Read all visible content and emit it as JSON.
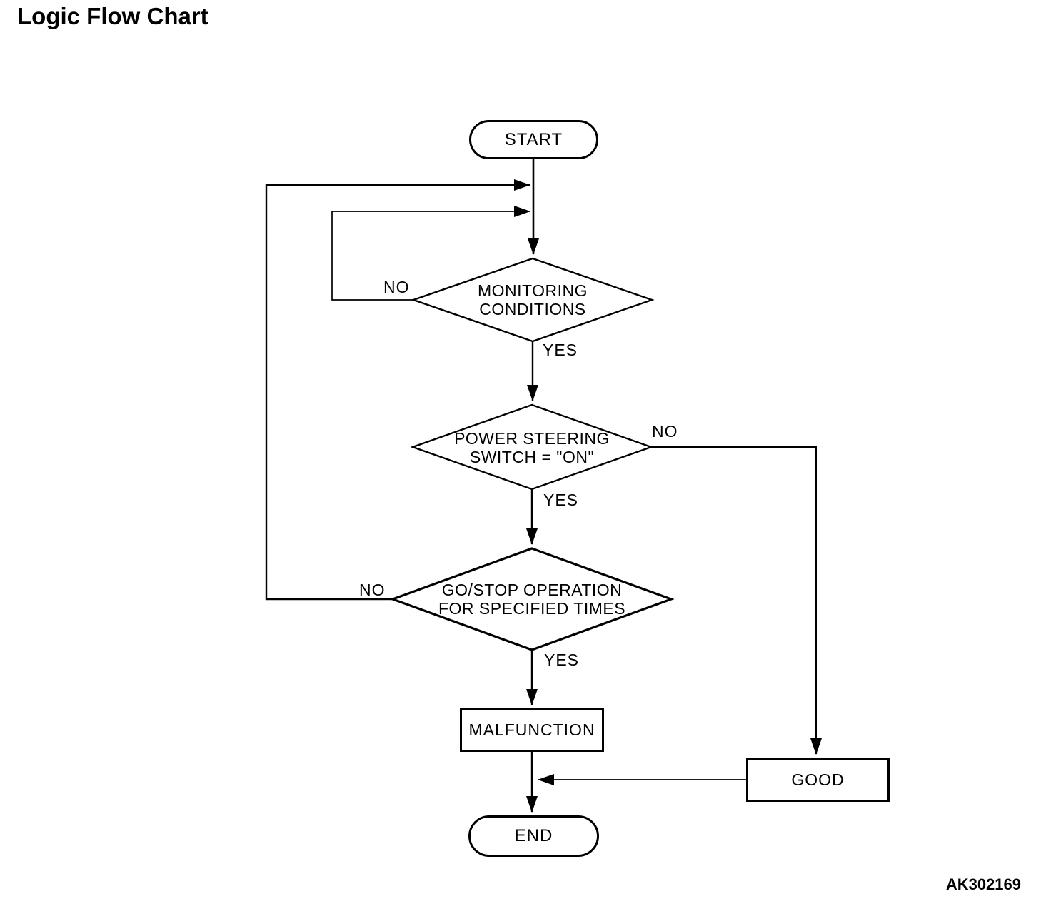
{
  "title": "Logic Flow Chart",
  "figure_code": "AK302169",
  "flowchart": {
    "nodes": {
      "start": {
        "type": "terminator",
        "label": "START"
      },
      "monitoring_conditions": {
        "type": "decision",
        "label": "MONITORING\nCONDITIONS"
      },
      "power_steering_switch": {
        "type": "decision",
        "label": "POWER STEERING\nSWITCH = \"ON\""
      },
      "go_stop_operation": {
        "type": "decision",
        "label": "GO/STOP OPERATION\nFOR SPECIFIED TIMES"
      },
      "malfunction": {
        "type": "process",
        "label": "MALFUNCTION"
      },
      "good": {
        "type": "process",
        "label": "GOOD"
      },
      "end": {
        "type": "terminator",
        "label": "END"
      }
    },
    "edges": [
      {
        "from": "start",
        "to": "monitoring_conditions",
        "label": ""
      },
      {
        "from": "monitoring_conditions",
        "to": "monitoring_conditions",
        "label": "NO"
      },
      {
        "from": "monitoring_conditions",
        "to": "power_steering_switch",
        "label": "YES"
      },
      {
        "from": "power_steering_switch",
        "to": "good",
        "label": "NO"
      },
      {
        "from": "power_steering_switch",
        "to": "go_stop_operation",
        "label": "YES"
      },
      {
        "from": "go_stop_operation",
        "to": "monitoring_conditions",
        "label": "NO"
      },
      {
        "from": "go_stop_operation",
        "to": "malfunction",
        "label": "YES"
      },
      {
        "from": "malfunction",
        "to": "end",
        "label": ""
      },
      {
        "from": "good",
        "to": "end",
        "label": ""
      }
    ]
  },
  "colors": {
    "line": "#000000",
    "background": "#ffffff"
  }
}
